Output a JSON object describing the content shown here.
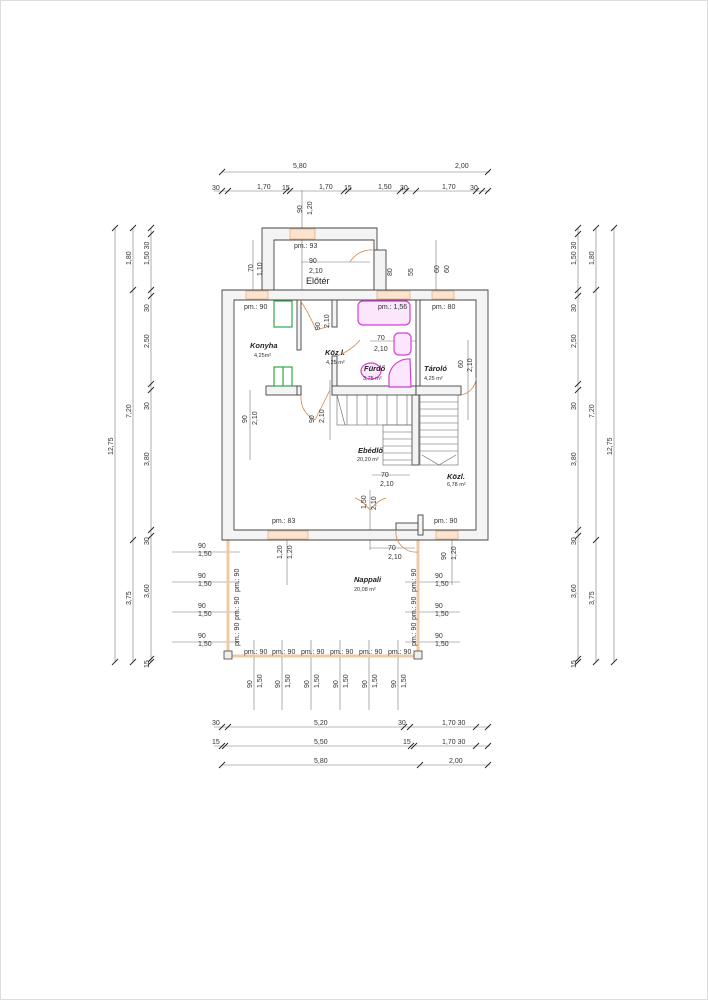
{
  "plan": {
    "top_dims": {
      "total_main": "5,80",
      "total_side": "2,00",
      "chain": [
        "30",
        "1,70",
        "15",
        "1,70",
        "15",
        "1,50",
        "30",
        "1,70",
        "30"
      ]
    },
    "entry": {
      "room": "Előtér",
      "window": "pm.: 93",
      "win_w": "90",
      "win_h": "1,20",
      "door_w": "90",
      "door_h": "2,10",
      "left_w": "70",
      "left_h": "1,10",
      "r1": "80",
      "r2": "55",
      "r3": "60",
      "r4": "60"
    },
    "rooms": {
      "konyha": {
        "name": "Konyha",
        "area": "4,25m²"
      },
      "koz": {
        "name": "Köz l.",
        "area": "4,25 m²"
      },
      "furdo": {
        "name": "Fürdő",
        "area": "3,75 m²"
      },
      "tarolo": {
        "name": "Tároló",
        "area": "4,25 m²"
      },
      "ebedlo": {
        "name": "Ebédlő",
        "area": "20,20 m²"
      },
      "kozl": {
        "name": "Közl.",
        "area": "6,78 m²"
      },
      "nappali": {
        "name": "Nappali",
        "area": "20,08 m²"
      }
    },
    "windows": {
      "konyha": "pm.: 90",
      "furdo": "pm.: 1,56",
      "tarolo": "pm.: 80",
      "ebedlo": "pm.: 83",
      "kozl": "pm.: 90",
      "terrace": "pm.: 90"
    },
    "doors": {
      "w90": "90",
      "w70": "70",
      "w60": "60",
      "w150": "1,50",
      "h210": "2,10",
      "h120": "1,20",
      "h150": "1,50"
    },
    "bottom_dims": {
      "row1": [
        "30",
        "5,20",
        "30",
        "1,70 30"
      ],
      "row2": [
        "15",
        "5,50",
        "15",
        "1,70 30"
      ],
      "row3": [
        "5,80",
        "2,00"
      ]
    },
    "side_dims": {
      "total": "12,75",
      "mid": [
        "1,80",
        "7,20",
        "3,75"
      ],
      "chain": [
        "1,50 30",
        "30",
        "2,50",
        "30",
        "3,80",
        "30",
        "3,60",
        "15"
      ]
    }
  }
}
